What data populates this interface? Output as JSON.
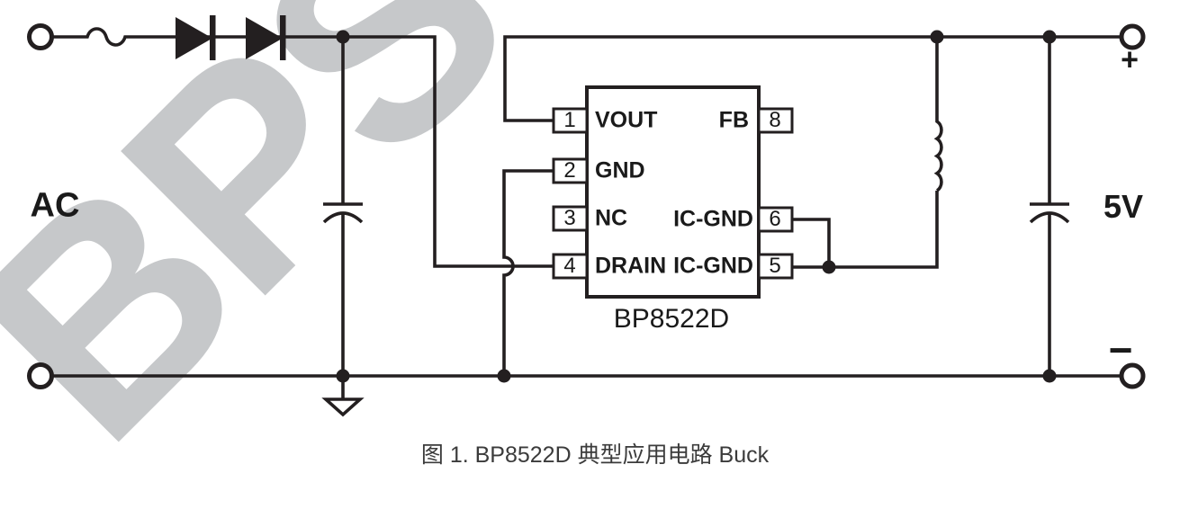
{
  "diagram": {
    "caption": "图 1. BP8522D 典型应用电路 Buck",
    "watermark": "BPS",
    "labels": {
      "input": "AC",
      "output_voltage": "5V",
      "plus": "+",
      "minus": "−"
    },
    "chip": {
      "name": "BP8522D",
      "left_pins": [
        {
          "number": "1",
          "name": "VOUT"
        },
        {
          "number": "2",
          "name": "GND"
        },
        {
          "number": "3",
          "name": "NC"
        },
        {
          "number": "4",
          "name": "DRAIN"
        }
      ],
      "right_pins": [
        {
          "number": "8",
          "name": "FB"
        },
        {
          "number": "6",
          "name": "IC-GND"
        },
        {
          "number": "5",
          "name": "IC-GND"
        }
      ]
    },
    "colors": {
      "line": "#231f20",
      "text": "#1a1a1a",
      "watermark": "#c6c8ca",
      "caption": "#3b3b3b"
    }
  }
}
